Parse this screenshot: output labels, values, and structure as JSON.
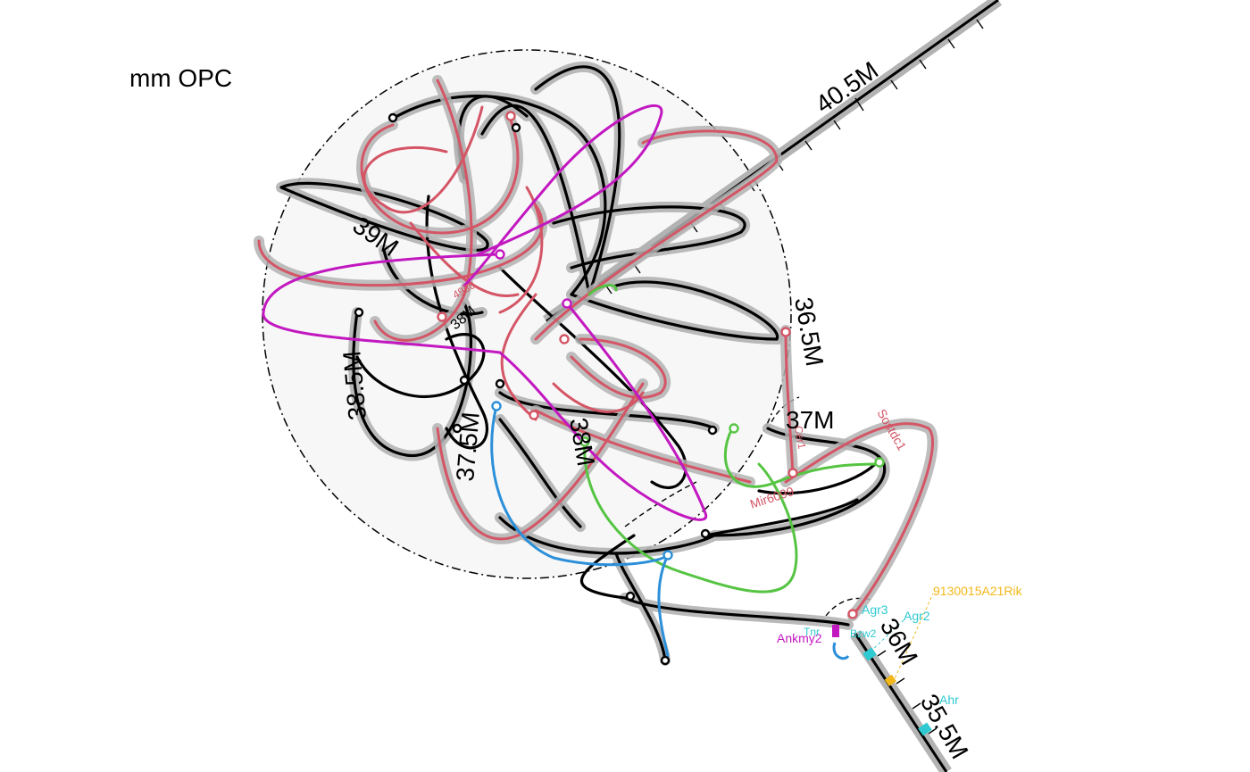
{
  "title": "mm OPC",
  "colors": {
    "black": "#000000",
    "red": "#d45565",
    "magenta": "#c218c0",
    "green": "#56c443",
    "blue": "#2b8fd9",
    "cyan": "#2ec9d1",
    "gold": "#f2b718",
    "halo": "#b3b3b3",
    "circle_fill": "#f7f7f7"
  },
  "axis_ticks": [
    {
      "id": "40-5m",
      "label": "40.5M"
    },
    {
      "id": "36-5m",
      "label": "36.5M"
    },
    {
      "id": "37m",
      "label": "37M"
    },
    {
      "id": "38m",
      "label": "38M"
    },
    {
      "id": "39m-left",
      "label": "39M"
    },
    {
      "id": "38-5m",
      "label": "38.5M"
    },
    {
      "id": "37-5m",
      "label": "37.5M"
    },
    {
      "id": "38m-inner",
      "label": "38M"
    },
    {
      "id": "36m",
      "label": "36M"
    },
    {
      "id": "35-5m",
      "label": "35.5M"
    }
  ],
  "genes": [
    {
      "id": "9130015a21rik",
      "label": "9130015A21Rik",
      "color": "gold"
    },
    {
      "id": "agr2",
      "label": "Agr2",
      "color": "cyan"
    },
    {
      "id": "agr3",
      "label": "Agr3",
      "color": "cyan"
    },
    {
      "id": "ankmy2",
      "label": "Ankmy2",
      "color": "magenta"
    },
    {
      "id": "ahr",
      "label": "Ahr",
      "color": "cyan"
    },
    {
      "id": "sostdc1",
      "label": "Sostdc1",
      "color": "red"
    },
    {
      "id": "mir6099",
      "label": "Mir6099",
      "color": "red"
    },
    {
      "id": "cer1",
      "label": "Cer1",
      "color": "red"
    },
    {
      "id": "gene-4930",
      "label": "4930",
      "color": "red"
    },
    {
      "id": "gene-tnr",
      "label": "Tnr",
      "color": "cyan"
    },
    {
      "id": "gene-bzw2",
      "label": "Bzw2",
      "color": "cyan"
    }
  ]
}
